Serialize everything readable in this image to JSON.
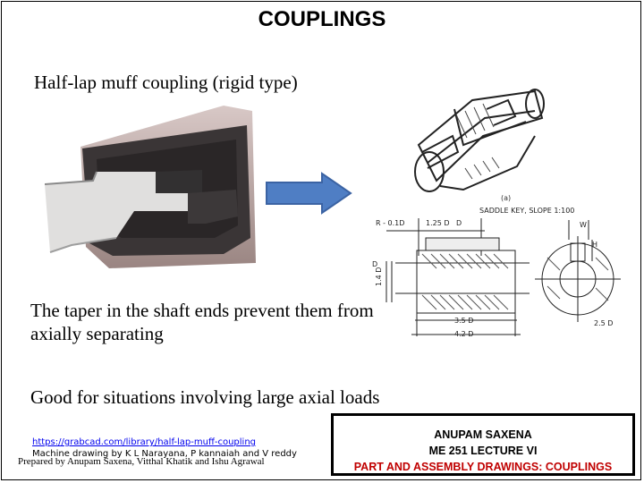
{
  "slide": {
    "title": "COUPLINGS",
    "subtitle": "Half-lap muff coupling (rigid type)",
    "taper_text": "The taper in the shaft ends prevent them from axially separating",
    "good_text": "Good for situations involving large axial loads",
    "link": "https://grabcad.com/library/half-lap-muff-coupling",
    "reference": "Machine drawing by K L Narayana, P kannaiah and V reddy",
    "prepared_by": "Prepared by Anupam Saxena, Vitthal Khatik and Ishu Agrawal"
  },
  "infobox": {
    "author": "ANUPAM SAXENA",
    "course": "ME 251 LECTURE VI",
    "topic": "PART AND ASSEMBLY DRAWINGS: COUPLINGS"
  },
  "drawing": {
    "fig_label": "(a)",
    "saddle_key": "SADDLE KEY, SLOPE 1:100",
    "dim_r": "R - 0.1D",
    "dim_125": "1.25 D",
    "dim_d1": "D",
    "dim_d2": "D",
    "dim_w": "W",
    "dim_h": "H",
    "dim_14d": "1.4 D",
    "dim_35": "3.5 D",
    "dim_42": "4.2 D",
    "dim_25": "2.5 D"
  },
  "colors": {
    "arrow": "#4f7ec4",
    "info_accent": "#c00000",
    "link": "#0000ee"
  }
}
